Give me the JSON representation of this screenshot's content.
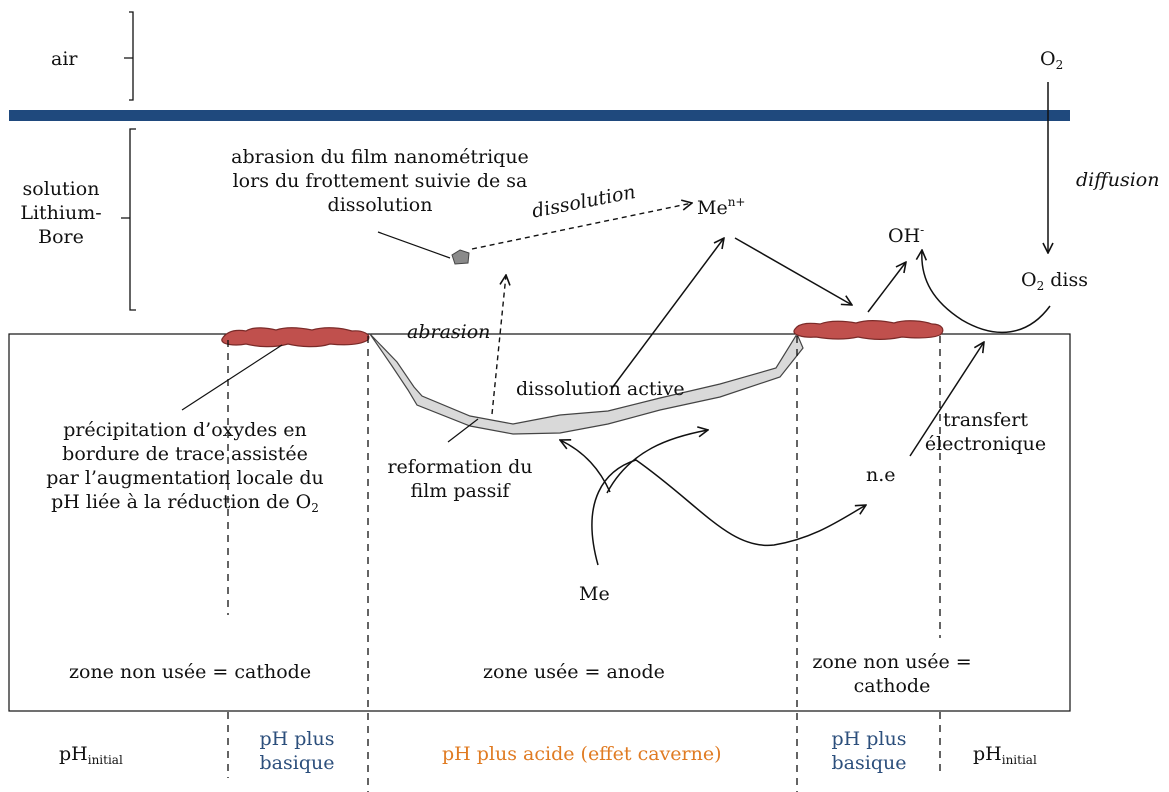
{
  "labels": {
    "air": "air",
    "o2_top": "O",
    "o2_top_sub": "2",
    "diffusion": "diffusion",
    "solution_line1": "solution",
    "solution_line2": "Lithium-",
    "solution_line3": "Bore",
    "abrasion_note_line1": "abrasion du film nanométrique",
    "abrasion_note_line2": "lors du frottement suivie de sa",
    "abrasion_note_line3": "dissolution",
    "dissolution_arrow": "dissolution",
    "metal_ion": "Me",
    "metal_ion_sup": "n+",
    "hydroxide": "OH",
    "hydroxide_sup": "-",
    "o2_diss": "O",
    "o2_diss_sub": "2",
    "o2_diss_suffix": " diss",
    "abrasion": "abrasion",
    "dissolution_active": "dissolution active",
    "precip_line1": "précipitation d’oxydes en",
    "precip_line2": "bordure de trace assistée",
    "precip_line3": "par l’augmentation locale du",
    "precip_line4": "pH liée à la réduction de O",
    "precip_line4_sub": "2",
    "reformation_line1": "reformation du",
    "reformation_line2": "film passif",
    "transfert_line1": "transfert",
    "transfert_line2": "électronique",
    "electrons": "n.e",
    "metal": "Me",
    "zone_left": "zone non usée = cathode",
    "zone_center": "zone usée = anode",
    "zone_right_line1": "zone non usée =",
    "zone_right_line2": "cathode"
  },
  "ph_bar": {
    "left": "pH",
    "left_sub": "initial",
    "basic_left_line1": "pH plus",
    "basic_left_line2": "basique",
    "acid": "pH plus acide (effet caverne)",
    "basic_right_line1": "pH plus",
    "basic_right_line2": "basique",
    "right": "pH",
    "right_sub": "initial"
  },
  "colors": {
    "interface": "#1f497d",
    "oxide": "#c0504d",
    "film": "#d9d9d9",
    "basic": "#2c4f7c",
    "acid": "#e07b22"
  }
}
